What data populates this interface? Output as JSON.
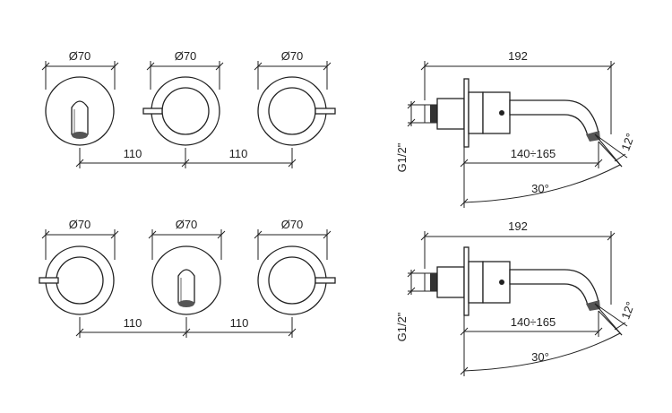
{
  "front_top": {
    "diameter_labels": [
      "Ø70",
      "Ø70",
      "Ø70"
    ],
    "spacing_labels": [
      "110",
      "110"
    ]
  },
  "front_bottom": {
    "diameter_labels": [
      "Ø70",
      "Ø70",
      "Ø70"
    ],
    "spacing_labels": [
      "110",
      "110"
    ]
  },
  "side_top": {
    "length_label": "192",
    "thread_label": "G1/2\"",
    "range_label": "140÷165",
    "swivel_angle_label": "30°",
    "tilt_angle_label": "12°"
  },
  "side_bottom": {
    "length_label": "192",
    "thread_label": "G1/2\"",
    "range_label": "140÷165",
    "swivel_angle_label": "30°",
    "tilt_angle_label": "12°"
  }
}
